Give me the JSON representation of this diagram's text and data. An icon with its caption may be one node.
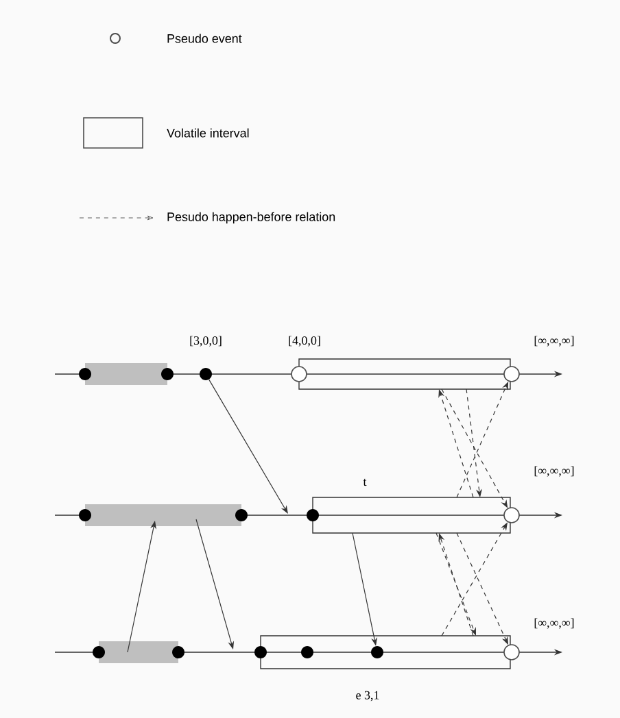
{
  "diagram": {
    "nodes": [
      {
        "text": [],
        "shape": "bar"
      },
      {
        "text": [],
        "shape": "circle"
      },
      {
        "text": [],
        "shape": "circle"
      },
      {
        "text": [],
        "shape": "circle",
        "beside": [
          "[3,0,0]"
        ]
      },
      {
        "text": [],
        "shape": "box"
      },
      {
        "text": [],
        "shape": "ring",
        "beside": [
          "[4,0,0]"
        ]
      },
      {
        "text": [],
        "shape": "ring",
        "beside": [
          "[∞,∞,∞]"
        ]
      },
      {
        "text": [],
        "shape": "bar"
      },
      {
        "text": [],
        "shape": "circle"
      },
      {
        "text": [],
        "shape": "circle"
      },
      {
        "text": [],
        "shape": "box"
      },
      {
        "text": [],
        "shape": "circle"
      },
      {
        "text": [],
        "shape": "ring",
        "beside": [
          "[∞,∞,∞]"
        ]
      },
      {
        "text": [],
        "shape": "bar"
      },
      {
        "text": [],
        "shape": "circle"
      },
      {
        "text": [],
        "shape": "circle"
      },
      {
        "text": [],
        "shape": "box"
      },
      {
        "text": [],
        "shape": "circle"
      },
      {
        "text": [],
        "shape": "circle",
        "in": 16
      },
      {
        "text": [],
        "shape": "circle",
        "in": 16
      },
      {
        "text": [],
        "shape": "ring",
        "beside": [
          "[∞,∞,∞]"
        ]
      }
    ],
    "edges": [
      {
        "from": 3,
        "to": null,
        "arrow": "to"
      },
      {
        "from": 13,
        "to": 7,
        "arrow": "to"
      },
      {
        "from": 7,
        "to": null,
        "arrow": "to"
      },
      {
        "from": 10,
        "to": 19,
        "arrow": "to"
      },
      {
        "from": 10,
        "to": 6,
        "arrow": "to",
        "style": "dashed"
      },
      {
        "from": 4,
        "to": 12,
        "arrow": "to",
        "style": "dashed"
      },
      {
        "from": 16,
        "to": 12,
        "arrow": "to",
        "style": "dashed"
      },
      {
        "from": 10,
        "to": 20,
        "arrow": "to",
        "style": "dashed"
      },
      {
        "from": 10,
        "to": 4,
        "arrow": "to",
        "style": "dashed"
      },
      {
        "from": 16,
        "to": 10,
        "arrow": "to",
        "style": "dashed"
      },
      {
        "from": 10,
        "to": 16,
        "arrow": "to",
        "style": "dashed"
      },
      {
        "from": 4,
        "to": 10,
        "arrow": "to",
        "style": "dashed"
      }
    ],
    "labels": [
      "t",
      "e 3,1"
    ],
    "legend": [
      {
        "text": "Pseudo event"
      },
      {
        "text": "Volatile interval"
      },
      {
        "text": "Pesudo happen-before relation"
      }
    ]
  }
}
